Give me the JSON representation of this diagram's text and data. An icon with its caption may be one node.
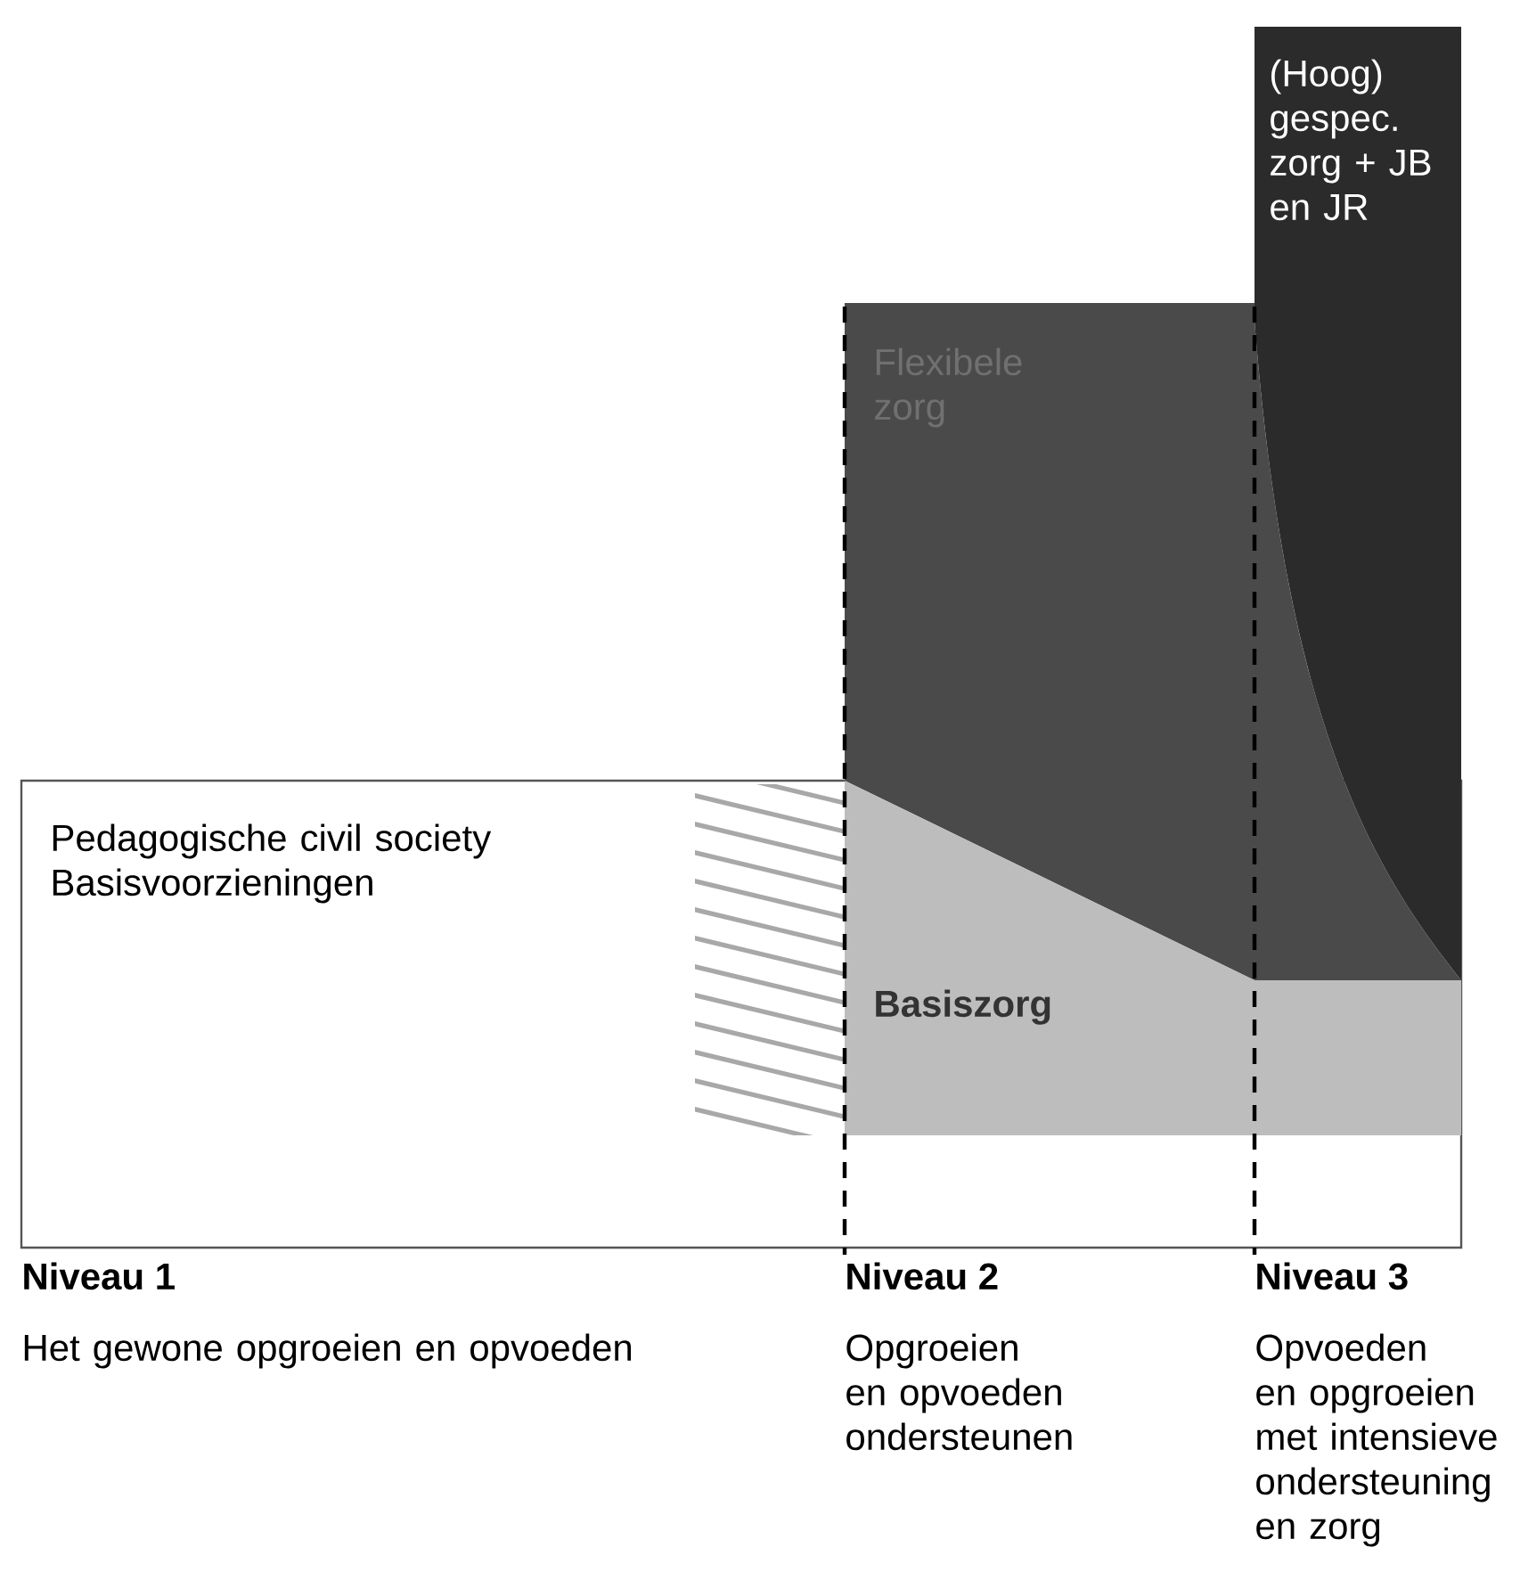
{
  "diagram": {
    "nodes": [
      {
        "text": [
          "Pedagogische civil society",
          "Basisvoorzieningen"
        ]
      },
      {
        "text": [
          "Flexibele zorg"
        ]
      },
      {
        "text": [
          "(Hoog) gespec. zorg + JB en JR"
        ]
      },
      {
        "text": [
          "Basiszorg"
        ],
        "in": 0
      }
    ],
    "labels": [
      "Niveau 1",
      "Niveau 2",
      "Niveau 3",
      "Het gewone opgroeien en opvoeden",
      "Opgroeien en opvoeden ondersteunen",
      "Opvoeden en opgroeien met intensieve ondersteuning en zorg"
    ]
  }
}
